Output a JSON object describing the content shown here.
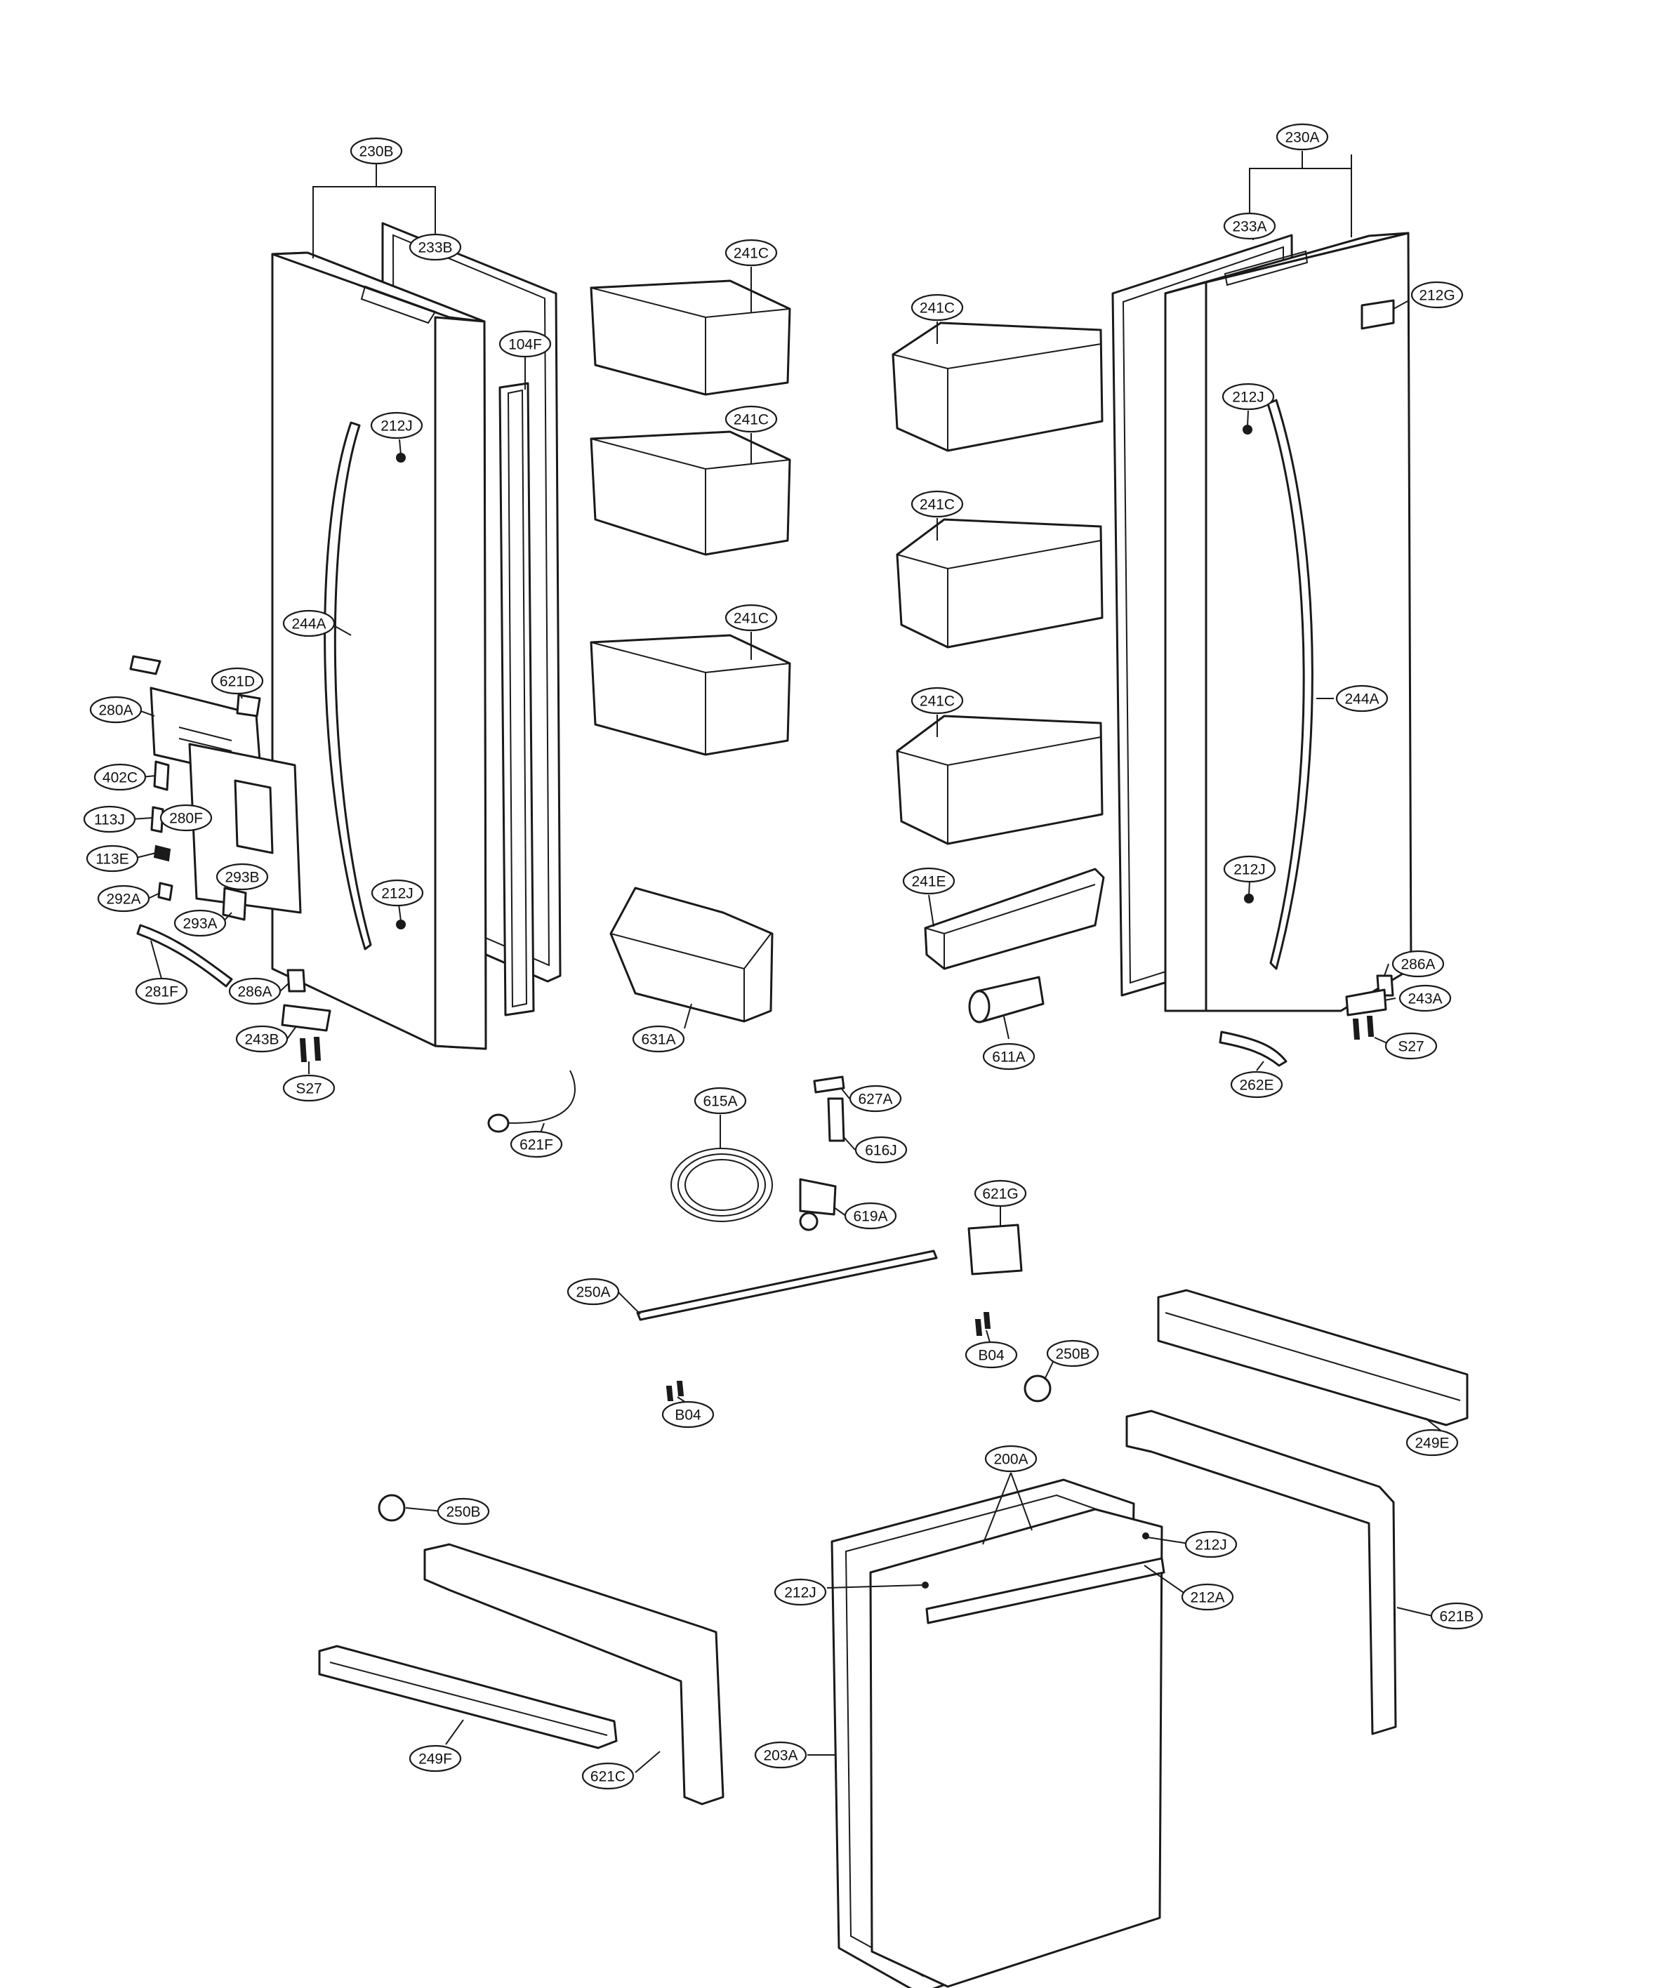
{
  "labels": {
    "l230B": "230B",
    "l233B": "233B",
    "l104F": "104F",
    "l212J_a": "212J",
    "l244A_a": "244A",
    "l621D": "621D",
    "l280A": "280A",
    "l402C": "402C",
    "l113J": "113J",
    "l280F": "280F",
    "l113E": "113E",
    "l293B": "293B",
    "l292A": "292A",
    "l293A": "293A",
    "l212J_b": "212J",
    "l281F": "281F",
    "l286A_a": "286A",
    "l243B": "243B",
    "l S27_a": "S27",
    "l241C_1": "241C",
    "l241C_2": "241C",
    "l241C_3": "241C",
    "l631A": "631A",
    "l241C_4": "241C",
    "l241C_5": "241C",
    "l241C_6": "241C",
    "l241E": "241E",
    "l611A": "611A",
    "l230A": "230A",
    "l233A": "233A",
    "l212G": "212G",
    "l212J_c": "212J",
    "l244A_b": "244A",
    "l212J_d": "212J",
    "l286A_b": "286A",
    "l243A": "243A",
    "lS27_b": "S27",
    "l262E": "262E",
    "l621F": "621F",
    "l615A": "615A",
    "l627A": "627A",
    "l616J": "616J",
    "l619A": "619A",
    "l621G": "621G",
    "l250A": "250A",
    "lB04_a": "B04",
    "l250B_a": "250B",
    "lB04_b": "B04",
    "l249E": "249E",
    "l200A": "200A",
    "l212J_e": "212J",
    "l212J_f": "212J",
    "l212A": "212A",
    "l621B": "621B",
    "l250B_b": "250B",
    "l249F": "249F",
    "l203A": "203A",
    "l621C": "621C"
  }
}
